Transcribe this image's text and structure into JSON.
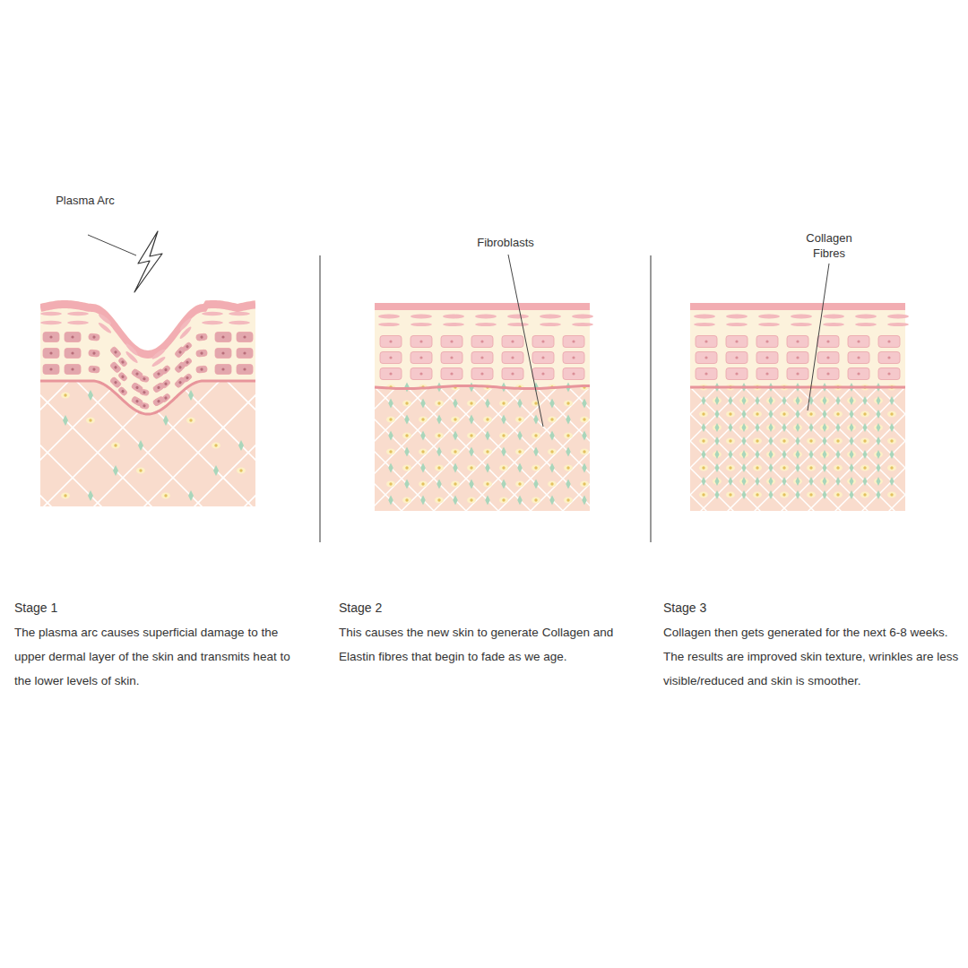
{
  "diagram": {
    "labels": [
      "Plasma Arc",
      "Fibroblasts",
      "Collagen Fibres",
      "Stage 1",
      "The plasma arc causes superficial damage to the upper dermal layer of the skin and transmits heat to the lower levels of skin.",
      "Stage 2",
      "This causes the new skin to generate Collagen and Elastin fibres that begin to fade as we age.",
      "Stage 3",
      "Collagen then gets generated for the next 6-8 weeks. The results are improved skin texture, wrinkles are less visible/reduced and skin is smoother."
    ]
  }
}
